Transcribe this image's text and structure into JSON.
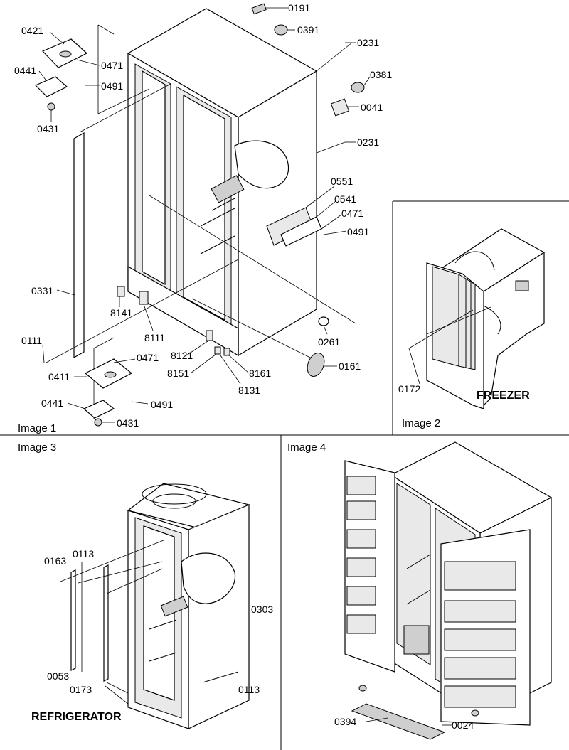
{
  "panels": {
    "image1": {
      "caption": "Image 1"
    },
    "image2": {
      "caption": "Image 2",
      "title": "FREEZER"
    },
    "image3": {
      "caption": "Image 3",
      "title": "REFRIGERATOR"
    },
    "image4": {
      "caption": "Image 4"
    }
  },
  "image1_labels": [
    "0191",
    "0391",
    "0231",
    "0381",
    "0041",
    "0231",
    "0551",
    "0541",
    "0471",
    "0491",
    "0421",
    "0471",
    "0441",
    "0491",
    "0431",
    "0331",
    "8141",
    "8111",
    "0111",
    "8121",
    "8151",
    "8161",
    "8131",
    "0261",
    "0161",
    "0411",
    "0471",
    "0441",
    "0491",
    "0431"
  ],
  "image2_labels": [
    "0172"
  ],
  "image3_labels": [
    "0163",
    "0113",
    "0303",
    "0053",
    "0173",
    "0113"
  ],
  "image4_labels": [
    "0394",
    "0024"
  ]
}
